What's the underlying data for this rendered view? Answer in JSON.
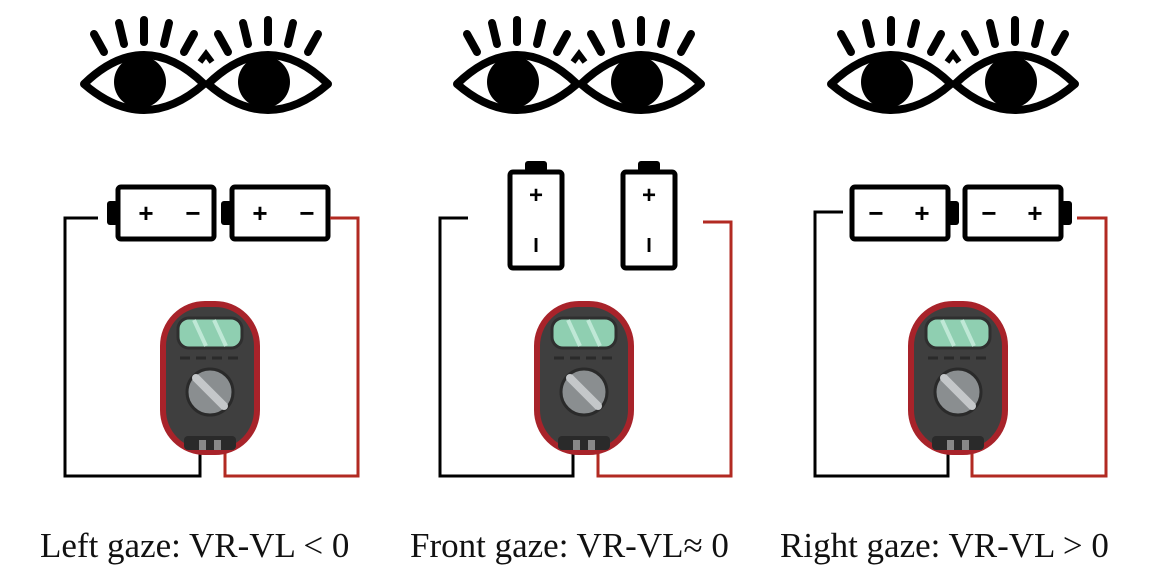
{
  "panels": [
    {
      "id": "left",
      "caption": "Left gaze: VR-VL < 0",
      "battery_orientation": "horizontal",
      "battery_glyphs": [
        "+",
        "−"
      ]
    },
    {
      "id": "front",
      "caption": "Front gaze: VR-VL≈ 0",
      "battery_orientation": "vertical",
      "battery_glyphs": [
        "+",
        "I"
      ]
    },
    {
      "id": "right",
      "caption": "Right gaze: VR-VL > 0",
      "battery_orientation": "horizontal",
      "battery_glyphs": [
        "−",
        "+"
      ]
    }
  ],
  "colors": {
    "wire_negative": "#000000",
    "wire_positive": "#b22a22",
    "meter_body": "#3f3f3f",
    "meter_rim": "#a8232a",
    "meter_screen": "#8fcfb1",
    "dial": "#8a8e90"
  },
  "icons": [
    "eye-icon",
    "battery-icon",
    "multimeter-icon",
    "wire"
  ]
}
